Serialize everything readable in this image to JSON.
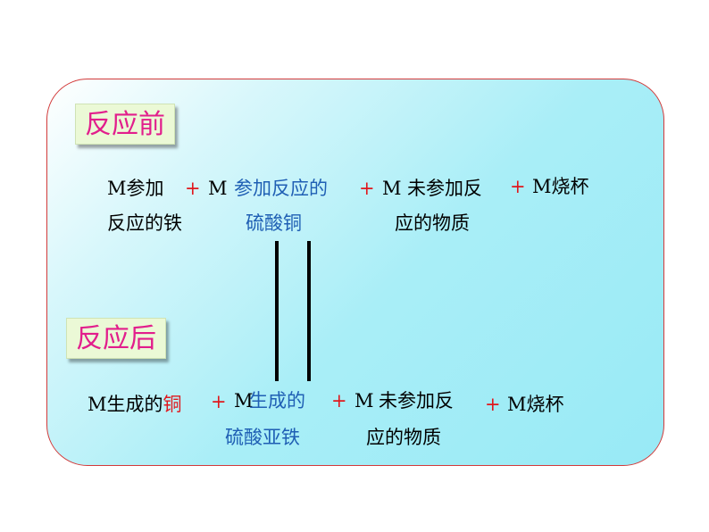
{
  "before": {
    "tag": "反应前",
    "items": [
      {
        "line1": "M参加",
        "line2": "反应的铁"
      },
      {
        "prefix": "M",
        "line1": "参加反应的",
        "line2": "硫酸铜"
      },
      {
        "prefix": "M",
        "line1": "未参加反",
        "line2": "应的物质"
      },
      {
        "line1": "M烧杯"
      }
    ],
    "plus": "+"
  },
  "after": {
    "tag": "反应后",
    "items": [
      {
        "line1a": "M生成的",
        "line1b": "铜"
      },
      {
        "prefix": "M",
        "line1": "生成的",
        "line2": "硫酸亚铁"
      },
      {
        "prefix": "M",
        "line1": "未参加反",
        "line2": "应的物质"
      },
      {
        "line1": "M烧杯"
      }
    ],
    "plus": "+"
  },
  "colors": {
    "border": "#d23a3a",
    "panel": "#a9eef7",
    "tag_bg": "#ebf9d6",
    "tag_text": "#e21e8c",
    "blue": "#1f5fb4",
    "red": "#e0181d"
  }
}
